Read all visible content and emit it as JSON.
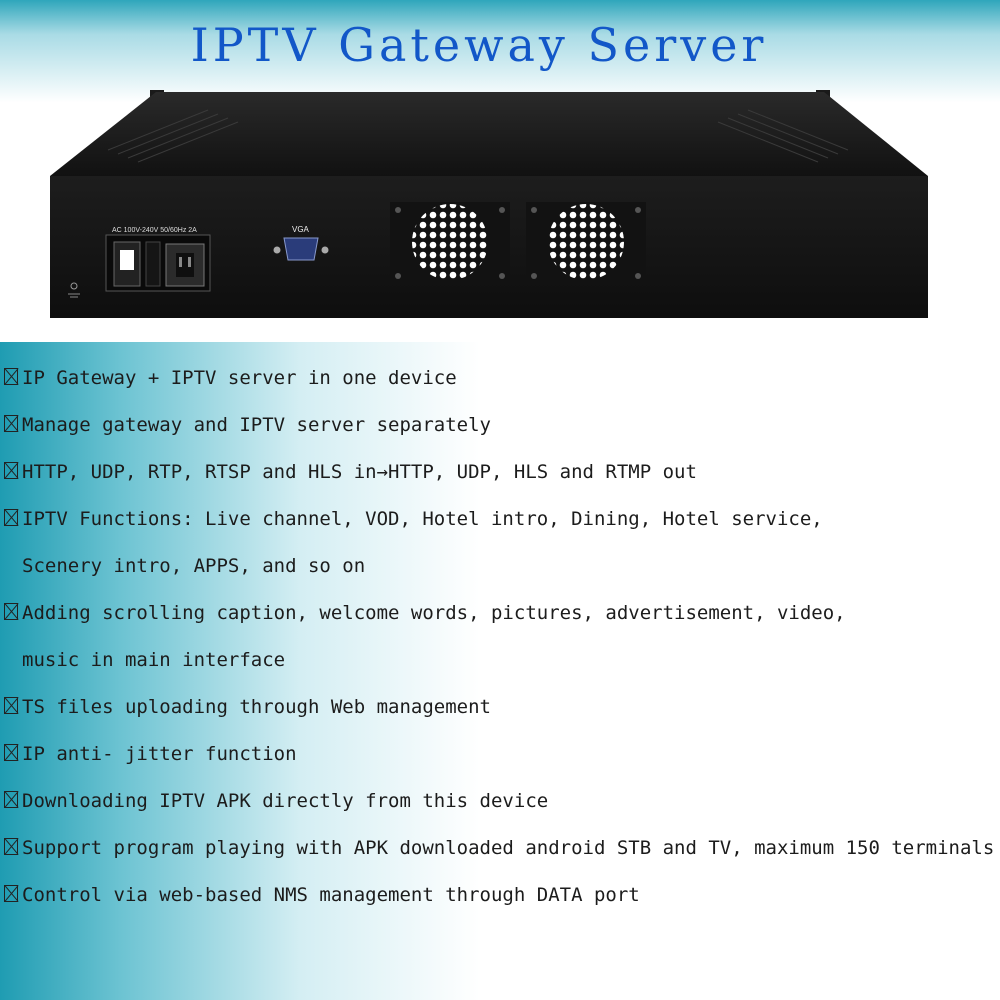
{
  "title": "IPTV Gateway Server",
  "device": {
    "power_label": "AC 100V-240V 50/60Hz 2A",
    "vga_label": "VGA",
    "body_color": "#161616"
  },
  "features": [
    {
      "line1": "IP Gateway + IPTV server in one device"
    },
    {
      "line1": "Manage gateway and IPTV server separately"
    },
    {
      "line1": "HTTP, UDP, RTP, RTSP and HLS in→HTTP, UDP, HLS and RTMP out"
    },
    {
      "line1": "IPTV Functions: Live channel, VOD, Hotel intro, Dining, Hotel  service,",
      "line2": "Scenery intro, APPS, and so on"
    },
    {
      "line1": "Adding scrolling caption, welcome words, pictures, advertisement, video,",
      "line2": "music in main interface"
    },
    {
      "line1": "TS files uploading through Web management"
    },
    {
      "line1": "IP anti- jitter function"
    },
    {
      "line1": "Downloading IPTV APK directly from this device"
    },
    {
      "line1": "Support program playing with APK downloaded android STB and TV, maximum 150 terminals"
    },
    {
      "line1": "Control via web-based NMS management through DATA port"
    }
  ]
}
